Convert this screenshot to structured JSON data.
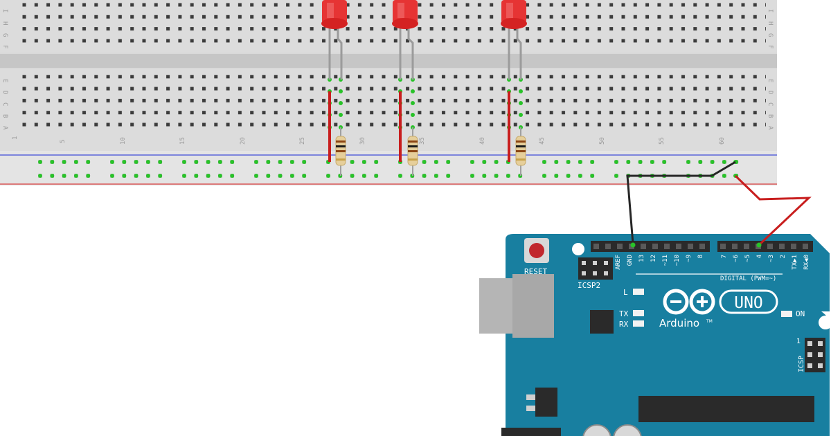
{
  "breadboard": {
    "row_letters_top": [
      "F",
      "G",
      "H",
      "I"
    ],
    "row_letters_bottom": [
      "A",
      "B",
      "C",
      "D",
      "E"
    ],
    "column_numbers": [
      "1",
      "5",
      "10",
      "15",
      "20",
      "25",
      "30",
      "35",
      "40",
      "45",
      "50",
      "55",
      "60"
    ],
    "rail_colors": {
      "negative": "#3f4bd6",
      "positive": "#d63a3a"
    }
  },
  "components": {
    "led_color": "#e63434",
    "led_count": 3,
    "resistor_count": 3
  },
  "wires": {
    "gnd_color": "#262626",
    "signal_color": "#c81e1e"
  },
  "arduino": {
    "board_color": "#187fa0",
    "reset_label": "RESET",
    "icsp2_label": "ICSP2",
    "icsp_label": "ICSP",
    "l_label": "L",
    "tx_label": "TX",
    "rx_label": "RX",
    "on_label": "ON",
    "uno_label": "UNO",
    "brand_label": "Arduino",
    "trademark": "TM",
    "digital_label": "DIGITAL (PWM=~)",
    "icsp_pin1": "1",
    "header_left_pins": [
      "AREF",
      "GND",
      "13",
      "12",
      "~11",
      "~10",
      "~9",
      "8"
    ],
    "header_right_pins": [
      "7",
      "~6",
      "~5",
      "4",
      "~3",
      "2",
      "TX▶1",
      "RX◀0"
    ]
  }
}
